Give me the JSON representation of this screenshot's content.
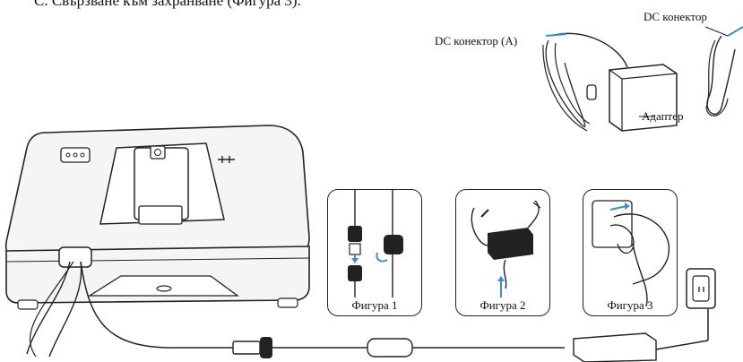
{
  "section": {
    "heading": "C.  Свързване към захранване (Фигура 3)."
  },
  "callouts": {
    "dc_connector_a": "DC конектор (A)",
    "dc_connector": "DC конектор",
    "adapter": "Адаптер"
  },
  "figures": [
    {
      "caption": "Фигура 1"
    },
    {
      "caption": "Фигура 2"
    },
    {
      "caption": "Фигура 3"
    }
  ],
  "colors": {
    "line": "#222222",
    "accent_arrow": "#3a8fc7",
    "robot_body": "#f5f5f5"
  }
}
